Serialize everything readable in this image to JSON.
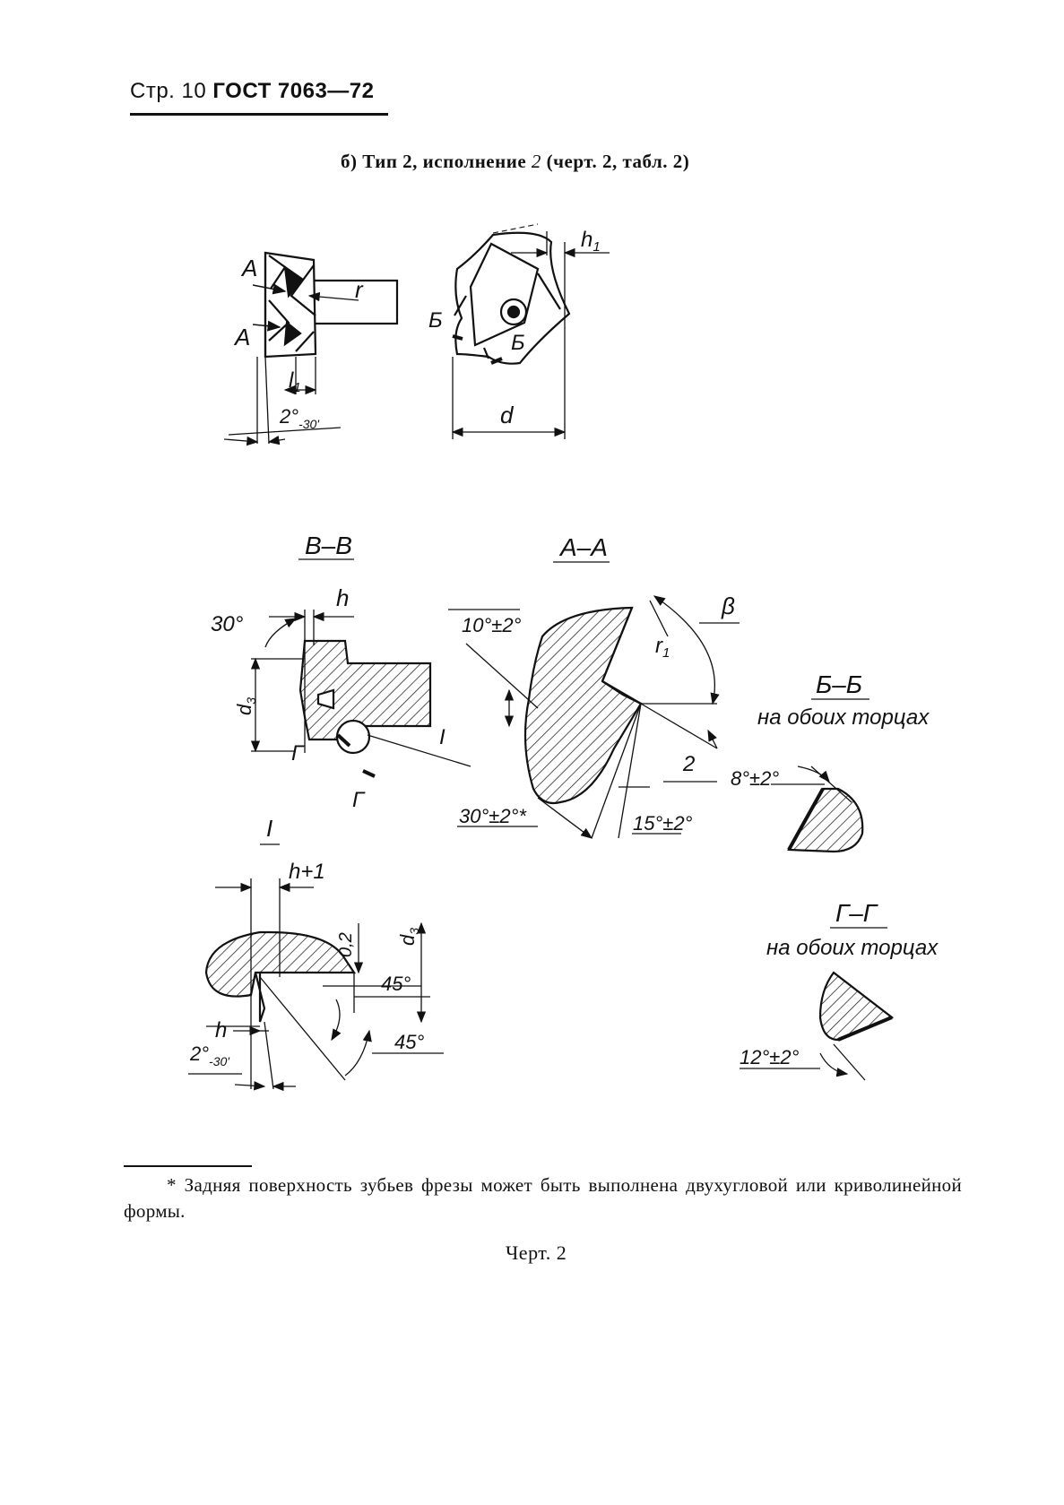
{
  "header": {
    "page": "Стр. 10",
    "standard": "ГОСТ 7063—72"
  },
  "subtitle": {
    "prefix": "б) Тип 2, исполнение ",
    "variant": "2",
    "suffix": " (черт. 2, табл. 2)"
  },
  "drawing_labels": {
    "A": "А",
    "r": "r",
    "l1": "l",
    "l1_sub": "1",
    "angle_2_30": "2°",
    "angle_2_30_tol": "-30'",
    "h1": "h",
    "h1_sub": "1",
    "B_cut": "Б",
    "d": "d",
    "section_vv": "В–В",
    "section_aa": "А–А",
    "h": "h",
    "angle_30": "30°",
    "d3": "d",
    "d3_sub": "3",
    "G": "Г",
    "detail_I": "I",
    "angle_10": "10°±2°",
    "r1": "r",
    "r1_sub": "1",
    "beta": "β",
    "dim_2": "2",
    "angle_30_2": "30°±2°*",
    "angle_15_2": "15°±2°",
    "section_bb": "Б–Б",
    "both_ends": "на обоих торцах",
    "angle_8_2": "8°±2°",
    "section_gg": "Г–Г",
    "angle_12_2": "12°±2°",
    "h_plus_1": "h+1",
    "dim_0_2": "0,2",
    "angle_45": "45°"
  },
  "footnote": "* Задняя поверхность зубьев фрезы может быть выполнена двухугловой или криволинейной формы.",
  "caption": "Черт. 2"
}
